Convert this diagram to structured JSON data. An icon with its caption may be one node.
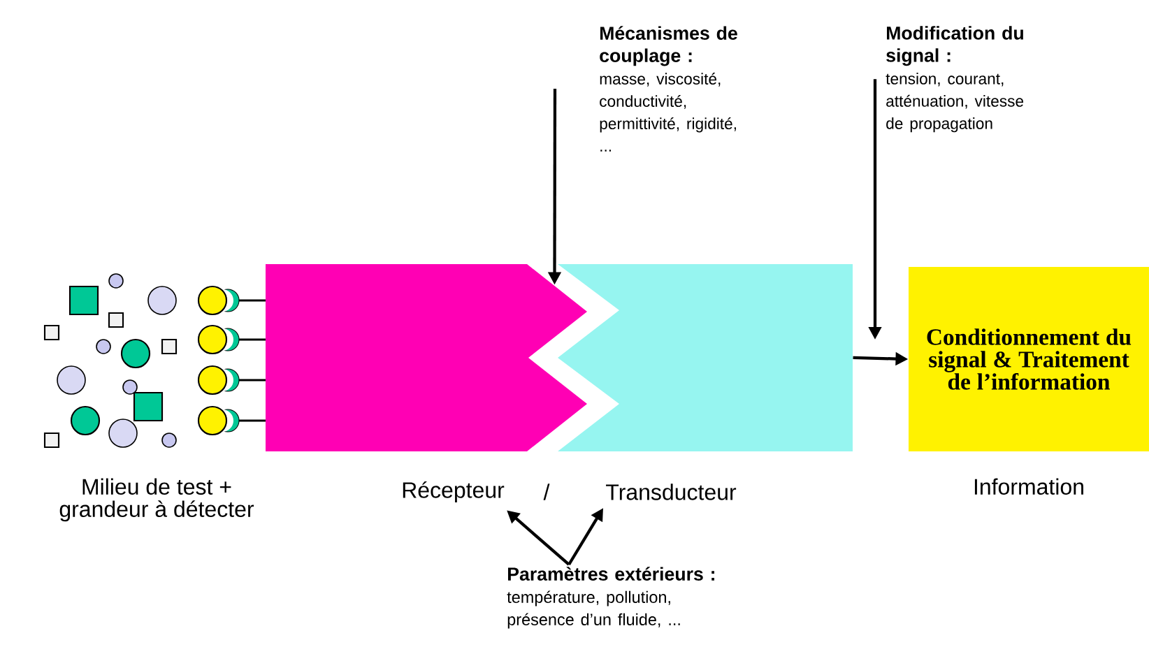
{
  "diagram": {
    "nodes": [
      {
        "text": [
          "Mécanismes de couplage :",
          "masse, viscosité, conductivité, permittivité, rigidité, ..."
        ]
      },
      {
        "text": [
          "Modification du signal :",
          "tension, courant, atténuation, vitesse de propagation"
        ]
      },
      {
        "text": [],
        "shape": "box"
      },
      {
        "text": [],
        "shape": "box"
      },
      {
        "text": [
          "Conditionnement du signal & Traitement de l’information"
        ],
        "beside": [
          "Information"
        ]
      },
      {
        "text": [
          "Récepteur"
        ]
      },
      {
        "text": [
          "Transducteur"
        ]
      },
      {
        "text": [
          "Paramètres extérieurs :",
          "température, pollution, présence d’un fluide, ..."
        ]
      }
    ],
    "edges": [
      {
        "from": 0,
        "to": 2,
        "arrow": "to"
      },
      {
        "from": 1,
        "to": null,
        "arrow": "to"
      },
      {
        "from": 3,
        "to": 4,
        "arrow": "to"
      },
      {
        "from": 7,
        "to": 5,
        "arrow": "to"
      },
      {
        "from": 7,
        "to": 6,
        "arrow": "to"
      }
    ],
    "labels": [
      "Milieu de test + grandeur à détecter",
      "/"
    ]
  }
}
